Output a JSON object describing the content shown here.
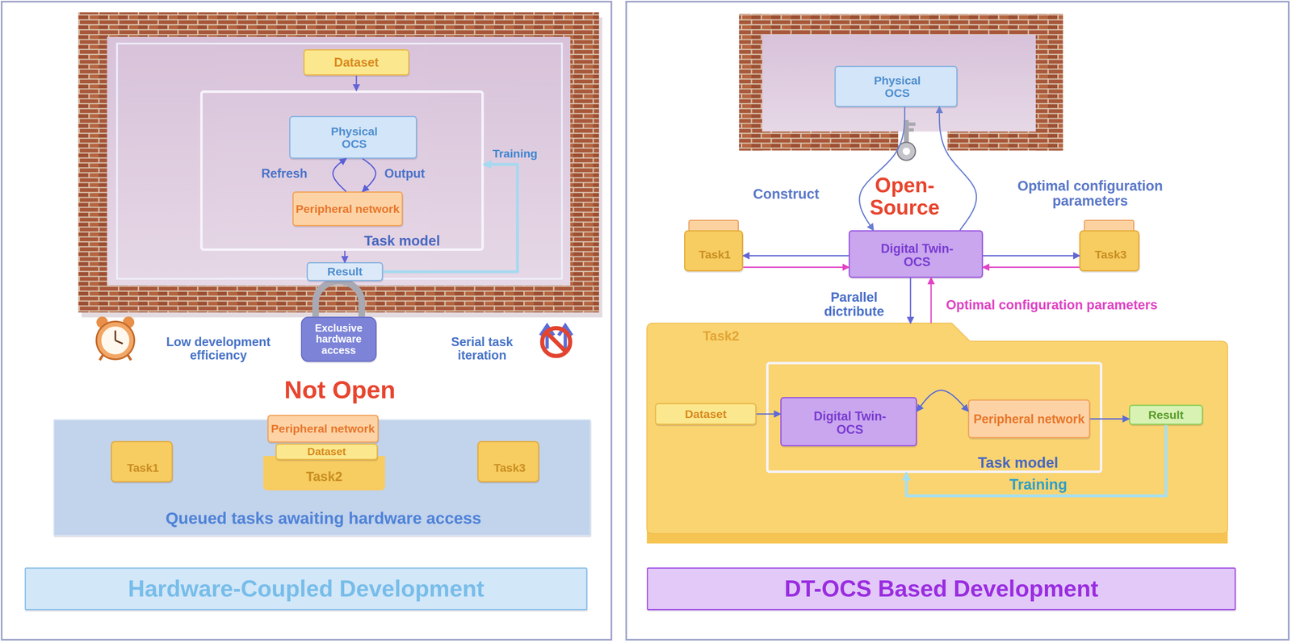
{
  "diagram": {
    "nodes": [
      {
        "text": [
          "Dataset"
        ]
      },
      {
        "text": [
          "Task model"
        ]
      },
      {
        "text": [
          "Physical OCS"
        ],
        "in": 1
      },
      {
        "text": [
          "Peripheral network"
        ],
        "in": 1
      },
      {
        "text": [
          "Result"
        ]
      },
      {
        "text": [
          "Exclusive hardware access"
        ]
      },
      {
        "text": [
          "Queued tasks awaiting hardware access"
        ]
      },
      {
        "text": [
          "Task1"
        ],
        "in": 6
      },
      {
        "text": [
          "Task2"
        ],
        "in": 6
      },
      {
        "text": [
          "Peripheral network"
        ],
        "in": 8
      },
      {
        "text": [
          "Dataset"
        ],
        "in": 8
      },
      {
        "text": [
          "Task3"
        ],
        "in": 6
      },
      {
        "text": [
          "Hardware-Coupled Development"
        ]
      },
      {
        "text": [
          "Physical OCS"
        ]
      },
      {
        "text": [
          "Digital Twin-OCS"
        ]
      },
      {
        "text": [
          "Task1"
        ]
      },
      {
        "text": [
          "Task3"
        ]
      },
      {
        "text": [
          "Task2"
        ]
      },
      {
        "text": [
          "Dataset"
        ],
        "in": 17
      },
      {
        "text": [
          "Task model"
        ],
        "in": 17
      },
      {
        "text": [
          "Digital Twin-OCS"
        ],
        "in": 19
      },
      {
        "text": [
          "Peripheral network"
        ],
        "in": 19
      },
      {
        "text": [
          "Result"
        ],
        "in": 17
      },
      {
        "text": [
          "DT-OCS Based Development"
        ]
      }
    ],
    "edges": [
      {
        "from": 0,
        "to": 1,
        "arrow": "to"
      },
      {
        "from": 1,
        "to": 4,
        "arrow": "to"
      },
      {
        "from": 4,
        "to": 1,
        "label": "Training",
        "arrow": "to"
      },
      {
        "from": 2,
        "to": 3,
        "label": "Output",
        "arrow": "to"
      },
      {
        "from": 3,
        "to": 2,
        "label": "Refresh",
        "arrow": "to"
      },
      {
        "from": 13,
        "to": 14,
        "label": "Construct",
        "arrow": "to"
      },
      {
        "from": 14,
        "to": 13,
        "label": "Optimal configuration parameters",
        "arrow": "to"
      },
      {
        "from": 14,
        "to": 15,
        "arrow": "to"
      },
      {
        "from": 15,
        "to": 14,
        "arrow": "to"
      },
      {
        "from": 14,
        "to": 16,
        "arrow": "to"
      },
      {
        "from": 16,
        "to": 14,
        "arrow": "to"
      },
      {
        "from": 14,
        "to": 17,
        "label": "Parallel dictribute",
        "arrow": "to"
      },
      {
        "from": 17,
        "to": 14,
        "label": "Optimal configuration parameters",
        "arrow": "to"
      },
      {
        "from": 18,
        "to": 20,
        "arrow": "to"
      },
      {
        "from": 20,
        "to": 21,
        "arrow": "both"
      },
      {
        "from": 21,
        "to": 22,
        "arrow": "to"
      },
      {
        "from": 22,
        "to": 19,
        "label": "Training",
        "arrow": "to"
      }
    ],
    "labels": [
      "Low development efficiency",
      "Serial task iteration",
      "Not Open",
      "Open-Source"
    ]
  }
}
